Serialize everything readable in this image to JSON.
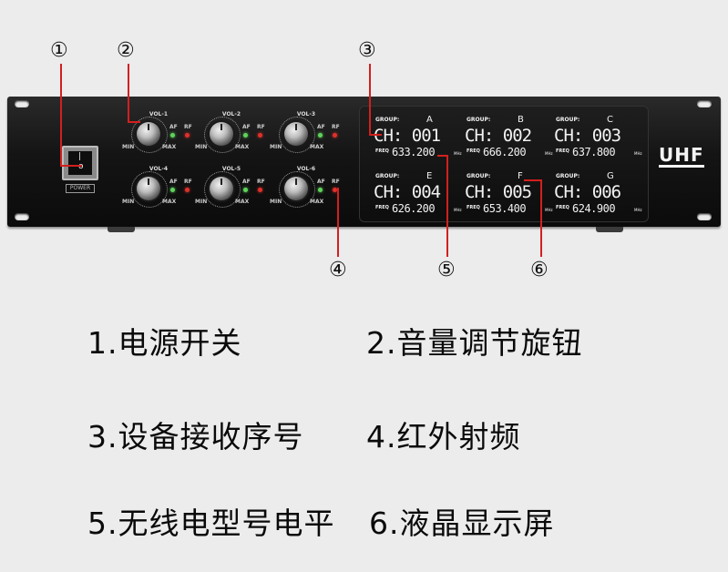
{
  "callouts": [
    "①",
    "②",
    "③",
    "④",
    "⑤",
    "⑥"
  ],
  "device": {
    "power_label": "POWER",
    "switch_on": "|",
    "switch_off": "o",
    "brand": "UHF",
    "knob_min": "MIN",
    "knob_max": "MAX",
    "af_label": "AF",
    "rf_label": "RF",
    "volumes": [
      "VOL-1",
      "VOL-2",
      "VOL-3",
      "VOL-4",
      "VOL-5",
      "VOL-6"
    ],
    "group_label": "GROUP:",
    "freq_label": "FREQ",
    "unit": "MHz",
    "channels": [
      {
        "group": "A",
        "ch": "CH: 001",
        "freq": "633.200"
      },
      {
        "group": "B",
        "ch": "CH: 002",
        "freq": "666.200"
      },
      {
        "group": "C",
        "ch": "CH: 003",
        "freq": "637.800"
      },
      {
        "group": "E",
        "ch": "CH: 004",
        "freq": "626.200"
      },
      {
        "group": "F",
        "ch": "CH: 005",
        "freq": "653.400"
      },
      {
        "group": "G",
        "ch": "CH: 006",
        "freq": "624.900"
      }
    ],
    "colors": {
      "panel": "#141414",
      "led_af": "#5fd35a",
      "led_rf": "#e0302a",
      "callout_line": "#d2201e"
    }
  },
  "legend": [
    "1.电源开关",
    "2.音量调节旋钮",
    "3.设备接收序号",
    "4.红外射频",
    "5.无线电型号电平",
    "6.液晶显示屏"
  ]
}
